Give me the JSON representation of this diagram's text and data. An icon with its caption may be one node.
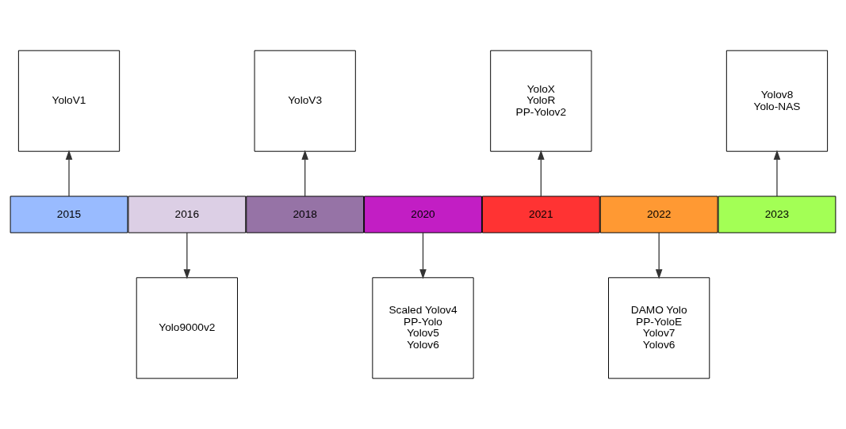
{
  "diagram": {
    "nodes": [
      {
        "text": [
          "YoloV1"
        ]
      },
      {
        "text": [
          "YoloV3"
        ]
      },
      {
        "text": [
          "YoloX",
          "YoloR",
          "PP-Yolov2"
        ]
      },
      {
        "text": [
          "Yolov8",
          "Yolo-NAS"
        ]
      },
      {
        "text": [
          "2015"
        ]
      },
      {
        "text": [
          "2016"
        ]
      },
      {
        "text": [
          "2018"
        ]
      },
      {
        "text": [
          "2020"
        ]
      },
      {
        "text": [
          "2021"
        ]
      },
      {
        "text": [
          "2022"
        ]
      },
      {
        "text": [
          "2023"
        ]
      },
      {
        "text": [
          "Yolo9000v2"
        ]
      },
      {
        "text": [
          "Scaled Yolov4",
          "PP-Yolo",
          "Yolov5",
          "Yolov6"
        ]
      },
      {
        "text": [
          "DAMO Yolo",
          "PP-YoloE",
          "Yolov7",
          "Yolov6"
        ]
      }
    ],
    "edges": [
      {
        "from": 4,
        "to": 0,
        "arrow": "to"
      },
      {
        "from": 5,
        "to": 11,
        "arrow": "to"
      },
      {
        "from": 6,
        "to": 1,
        "arrow": "to"
      },
      {
        "from": 7,
        "to": 12,
        "arrow": "to"
      },
      {
        "from": 8,
        "to": 2,
        "arrow": "to"
      },
      {
        "from": 9,
        "to": 13,
        "arrow": "to"
      },
      {
        "from": 10,
        "to": 3,
        "arrow": "to"
      }
    ]
  }
}
